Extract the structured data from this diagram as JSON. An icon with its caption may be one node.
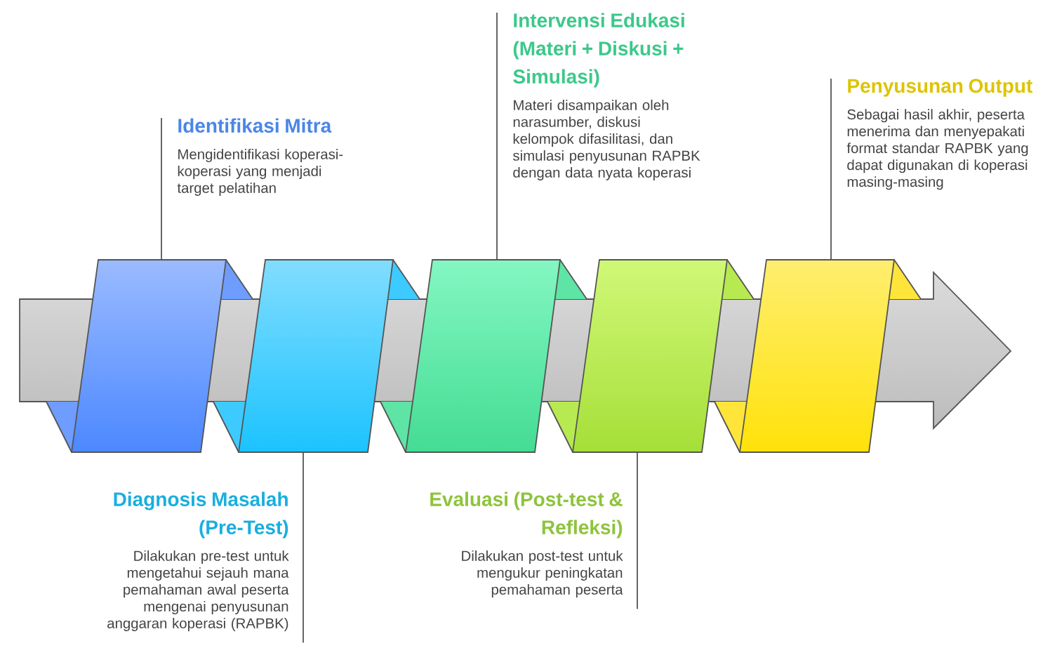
{
  "diagram": {
    "nodes": [
      {
        "text": [
          "Identifikasi Mitra",
          "Mengidentifikasi koperasi-koperasi yang menjadi target pelatihan"
        ]
      },
      {
        "text": [
          "Diagnosis Masalah (Pre-Test)",
          "Dilakukan pre-test untuk mengetahui sejauh mana pemahaman awal peserta mengenai penyusunan anggaran koperasi (RAPBK)"
        ]
      },
      {
        "text": [
          "Intervensi Edukasi (Materi + Diskusi + Simulasi)",
          "Materi disampaikan oleh narasumber, diskusi kelompok difasilitasi, dan simulasi penyusunan RAPBK dengan data nyata koperasi"
        ]
      },
      {
        "text": [
          "Evaluasi (Post-test & Refleksi)",
          "Dilakukan post-test untuk mengukur peningkatan pemahaman peserta"
        ]
      },
      {
        "text": [
          "Penyusunan Output",
          "Sebagai hasil akhir, peserta menerima dan menyepakati format standar RAPBK yang dapat digunakan di koperasi masing-masing"
        ]
      },
      {
        "text": [],
        "shape": "box"
      },
      {
        "text": [],
        "shape": "box"
      },
      {
        "text": [],
        "shape": "box"
      },
      {
        "text": [],
        "shape": "box"
      },
      {
        "text": [],
        "shape": "box"
      }
    ],
    "edges": [
      {
        "from": 0,
        "to": 5,
        "arrow": "none"
      },
      {
        "from": 1,
        "to": 6,
        "arrow": "none"
      },
      {
        "from": 2,
        "to": 7,
        "arrow": "none"
      },
      {
        "from": 3,
        "to": 8,
        "arrow": "none"
      },
      {
        "from": 4,
        "to": 9,
        "arrow": "none"
      }
    ]
  }
}
